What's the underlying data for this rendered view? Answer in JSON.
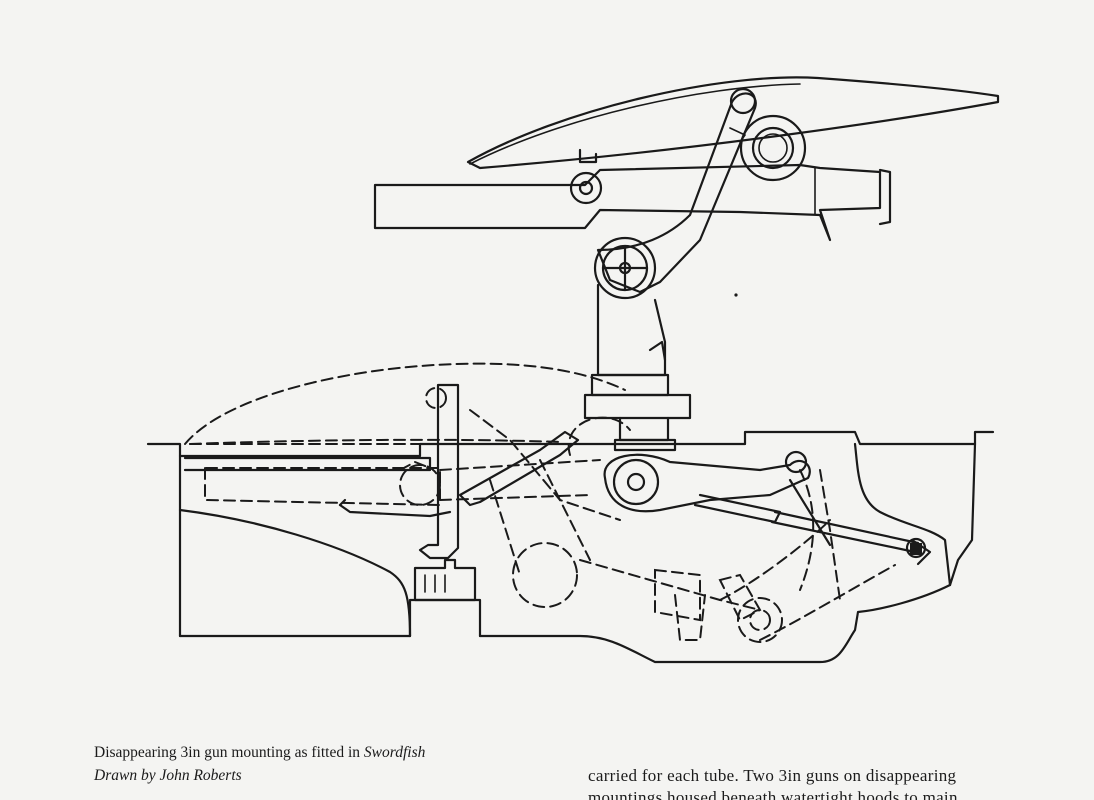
{
  "figure": {
    "drawing_icon": "disappearing-gun-mounting-technical-drawing"
  },
  "caption": {
    "line1_prefix": "Disappearing 3in gun mounting as fitted in ",
    "line1_ship": "Swordfish",
    "line2": "Drawn by John Roberts"
  },
  "body_text": {
    "line1": "carried for each tube. Two 3in guns on disappearing",
    "line2": "mountings housed beneath watertight hoods to main"
  }
}
